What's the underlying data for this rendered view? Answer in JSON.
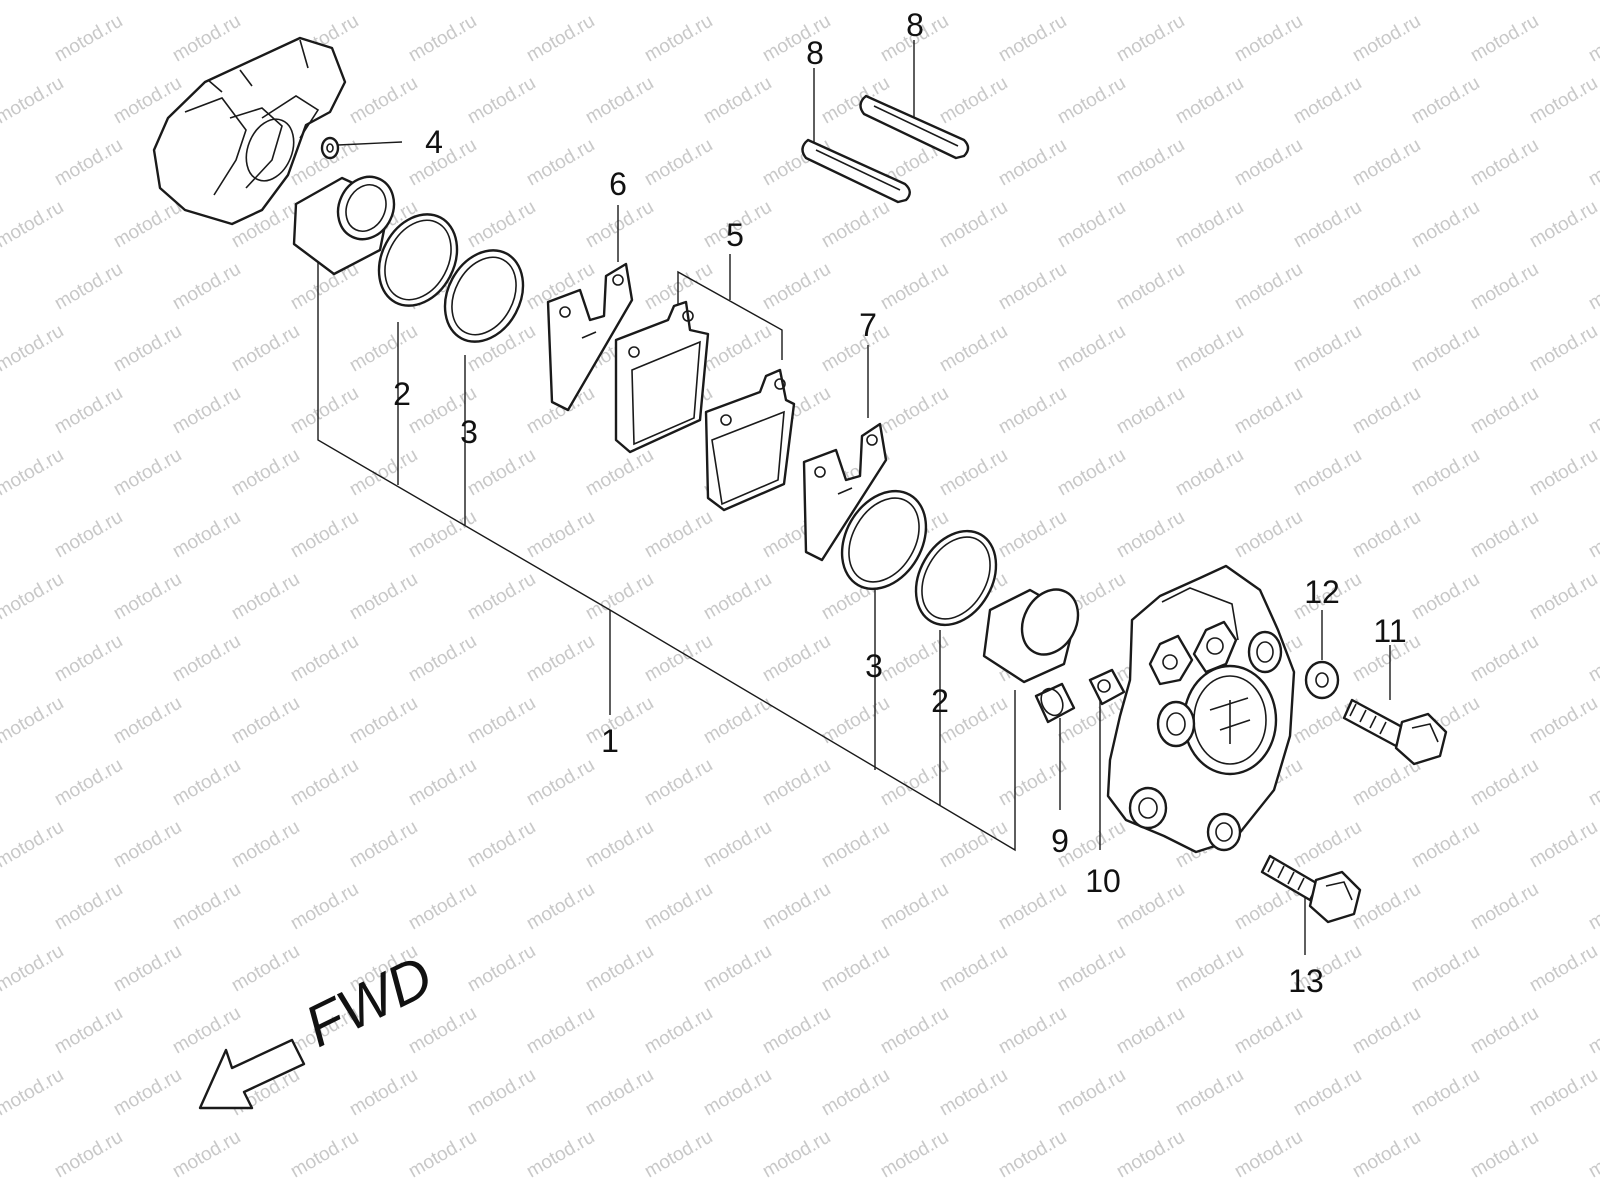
{
  "watermark": {
    "text": "motod.ru",
    "color": "#c8c8c8"
  },
  "direction": {
    "label": "FWD",
    "icon": "left-down-arrow-icon"
  },
  "colors": {
    "line": "#1a1a1a",
    "background": "#ffffff"
  },
  "callouts": {
    "c1": "1",
    "c2a": "2",
    "c2b": "2",
    "c3a": "3",
    "c3b": "3",
    "c4": "4",
    "c5": "5",
    "c6": "6",
    "c7": "7",
    "c8a": "8",
    "c8b": "8",
    "c9": "9",
    "c10": "10",
    "c11": "11",
    "c12": "12",
    "c13": "13"
  }
}
